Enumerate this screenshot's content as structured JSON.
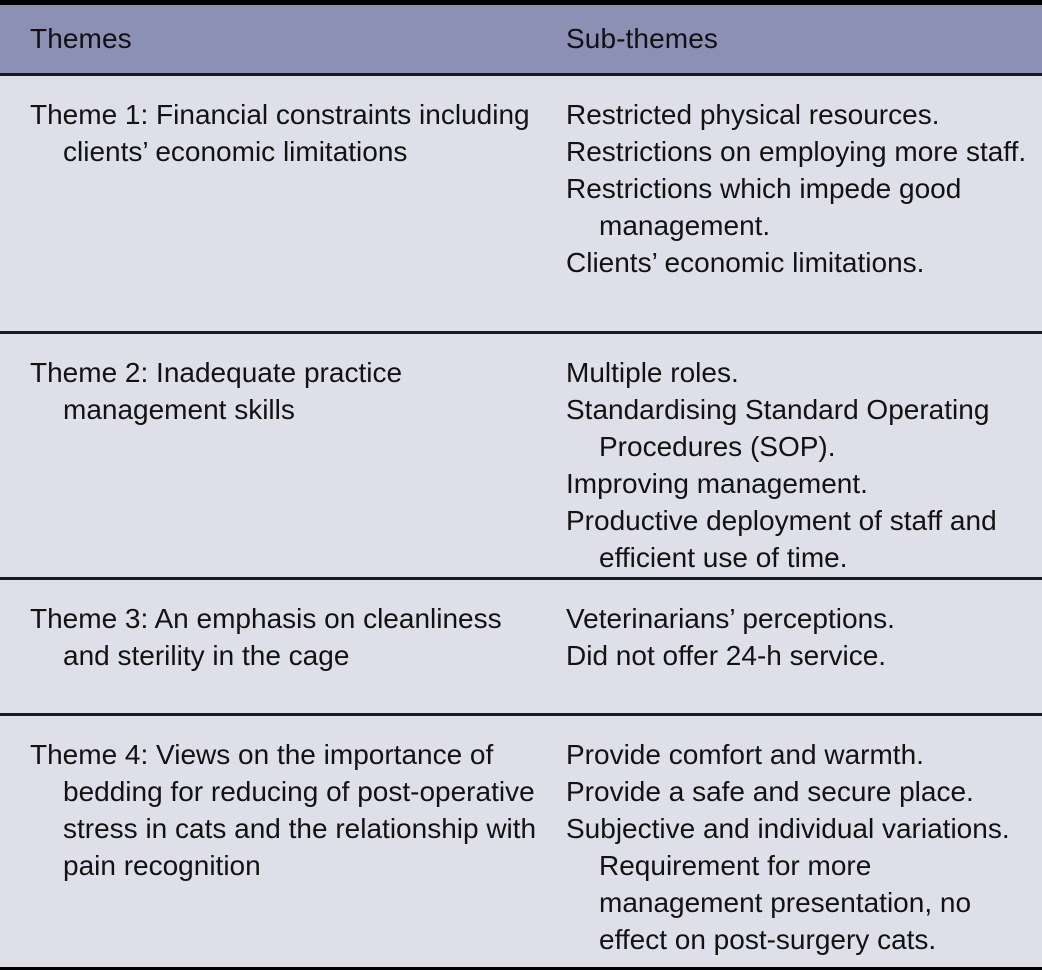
{
  "table": {
    "columns": [
      {
        "key": "themes",
        "label": "Themes"
      },
      {
        "key": "subthemes",
        "label": "Sub-themes"
      }
    ],
    "colors": {
      "header_background": "#8c90b4",
      "row_background": "#dfdfe9",
      "rule": "#000000",
      "text": "#121212"
    },
    "rows": [
      {
        "theme": "Theme 1: Financial constraints including clients’ economic limitations",
        "subthemes": [
          "Restricted physical resources.",
          "Restrictions on employing more staff.",
          "Restrictions which impede good management.",
          "Clients’ economic limitations."
        ]
      },
      {
        "theme": "Theme 2: Inadequate practice management skills",
        "subthemes": [
          "Multiple roles.",
          "Standardising Standard Operating Procedures (SOP).",
          "Improving management.",
          "Productive deployment of staff and efficient use of time."
        ]
      },
      {
        "theme": "Theme 3: An emphasis on cleanliness and sterility in the cage",
        "subthemes": [
          "Veterinarians’ perceptions.",
          "Did not offer 24-h service."
        ]
      },
      {
        "theme": "Theme 4: Views on the importance of bedding for reducing of post-operative stress in cats and the relationship with pain recognition",
        "subthemes": [
          "Provide comfort and warmth.",
          "Provide a safe and secure place.",
          "Subjective and individual variations. Requirement for more management presentation, no effect on post-surgery cats."
        ]
      }
    ]
  }
}
